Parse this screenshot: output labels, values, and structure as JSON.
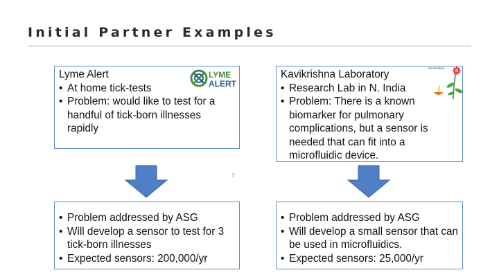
{
  "slide": {
    "title": "Initial Partner Examples"
  },
  "left": {
    "top_box": {
      "heading": "Lyme Alert",
      "bullets": [
        "At home tick-tests",
        "Problem: would like to test for a handful of tick-born illnesses rapidly"
      ]
    },
    "logo": {
      "line1": "LYME",
      "line2": "ALERT",
      "icon": "lyme-alert-logo-icon"
    },
    "bottom_box": {
      "bullets": [
        "Problem addressed by ASG",
        "Will develop a sensor to test for 3 tick-born illnesses",
        "Expected sensors: 200,000/yr"
      ]
    }
  },
  "right": {
    "top_box": {
      "heading": "Kavikrishna Laboratory",
      "bullets": [
        "Research Lab in N. India",
        "Problem: There is a known biomarker for pulmonary complications, but a sensor is needed that can fit into a microfluidic device."
      ]
    },
    "logo": {
      "caption": "Kavikrishna",
      "icon": "kavikrishna-logo-icon"
    },
    "bottom_box": {
      "bullets": [
        "Problem addressed by ASG",
        "Will develop a small sensor that can be used in microfluidics.",
        "Expected sensors: 25,000/yr"
      ]
    }
  },
  "mark": "5",
  "colors": {
    "arrow_fill": "#4f7fc6",
    "box_border": "#5b8ccc",
    "logo_green": "#3f8f3a",
    "logo_blue": "#2c5c8f"
  }
}
